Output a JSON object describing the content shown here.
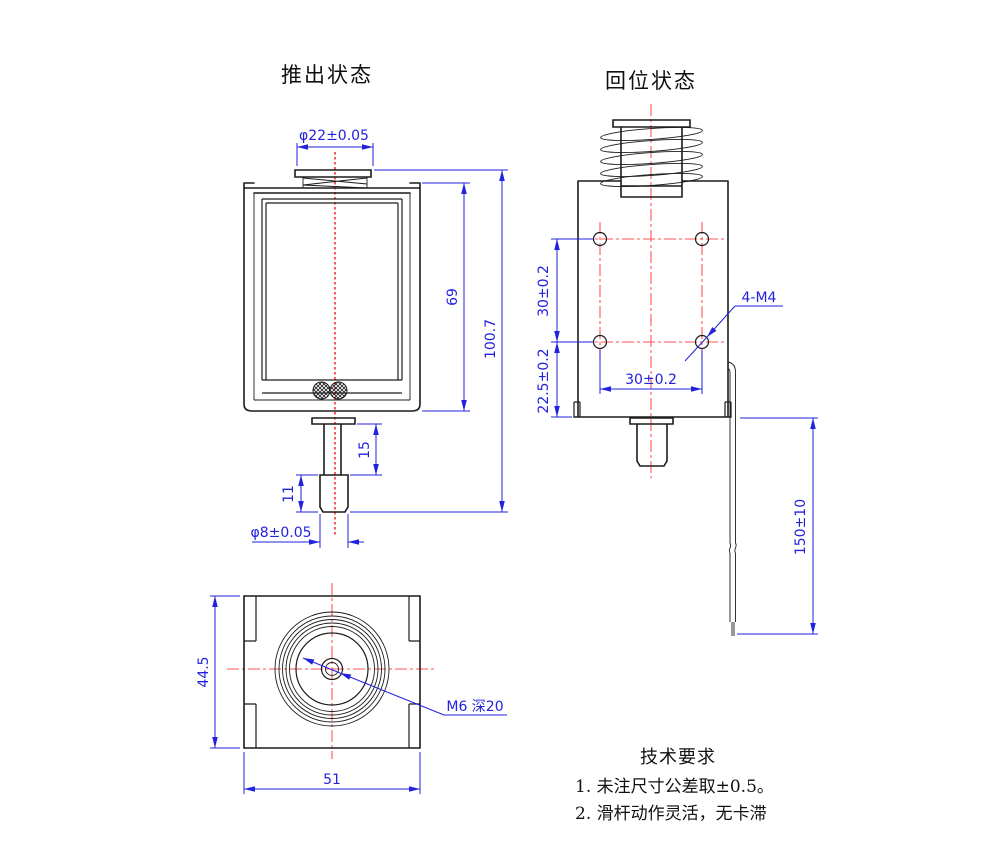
{
  "titles": {
    "pushed": "推出状态",
    "returned": "回位状态"
  },
  "dims": {
    "cap_dia": "φ22±0.05",
    "body_h": "69",
    "total_h": "100.7",
    "rod_len": "15",
    "tip_len": "11",
    "tip_dia": "φ8±0.05",
    "hole_pitch_v": "30±0.2",
    "hole_offset_bottom": "22.5±0.2",
    "hole_pitch_h": "30±0.2",
    "mount_holes": "4-M4",
    "lead_len": "150±10",
    "depth": "44.5",
    "width": "51",
    "center_thread": "M6 深20"
  },
  "tech": {
    "title": "技术要求",
    "item1": "1. 未注尺寸公差取±0.5。",
    "item2": "2. 滑杆动作灵活，无卡滞"
  },
  "colors": {
    "dimension_blue": "#2222dd",
    "centerline_red": "#ff3333",
    "outline_black": "#1c1c1c",
    "background": "#ffffff"
  }
}
